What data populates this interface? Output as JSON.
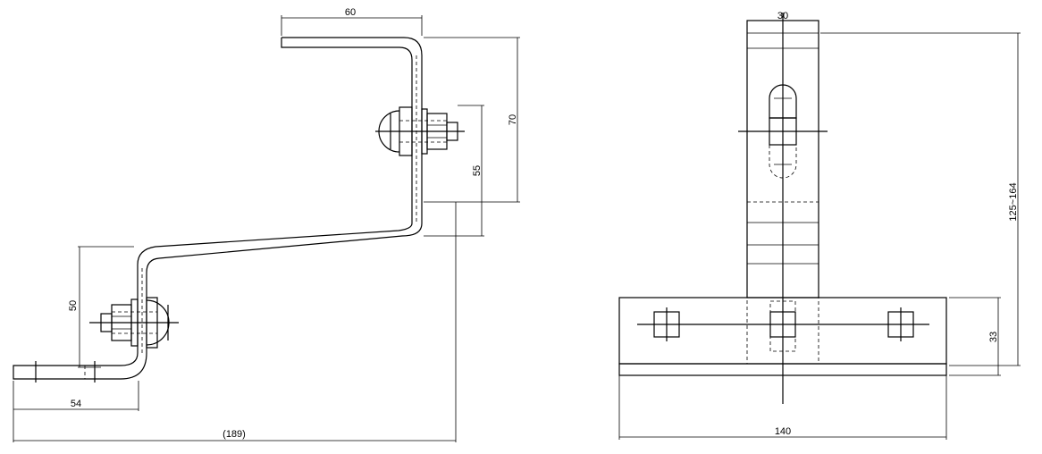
{
  "drawing": {
    "side_view": {
      "dims": {
        "top_width": "60",
        "top_height": "70",
        "upper_bolt": "55",
        "lower_height": "50",
        "bottom_length": "54",
        "total_length": "(189)"
      }
    },
    "front_view": {
      "dims": {
        "top_width": "30",
        "height_range": "125~164",
        "base_height": "33",
        "base_width": "140"
      }
    }
  }
}
